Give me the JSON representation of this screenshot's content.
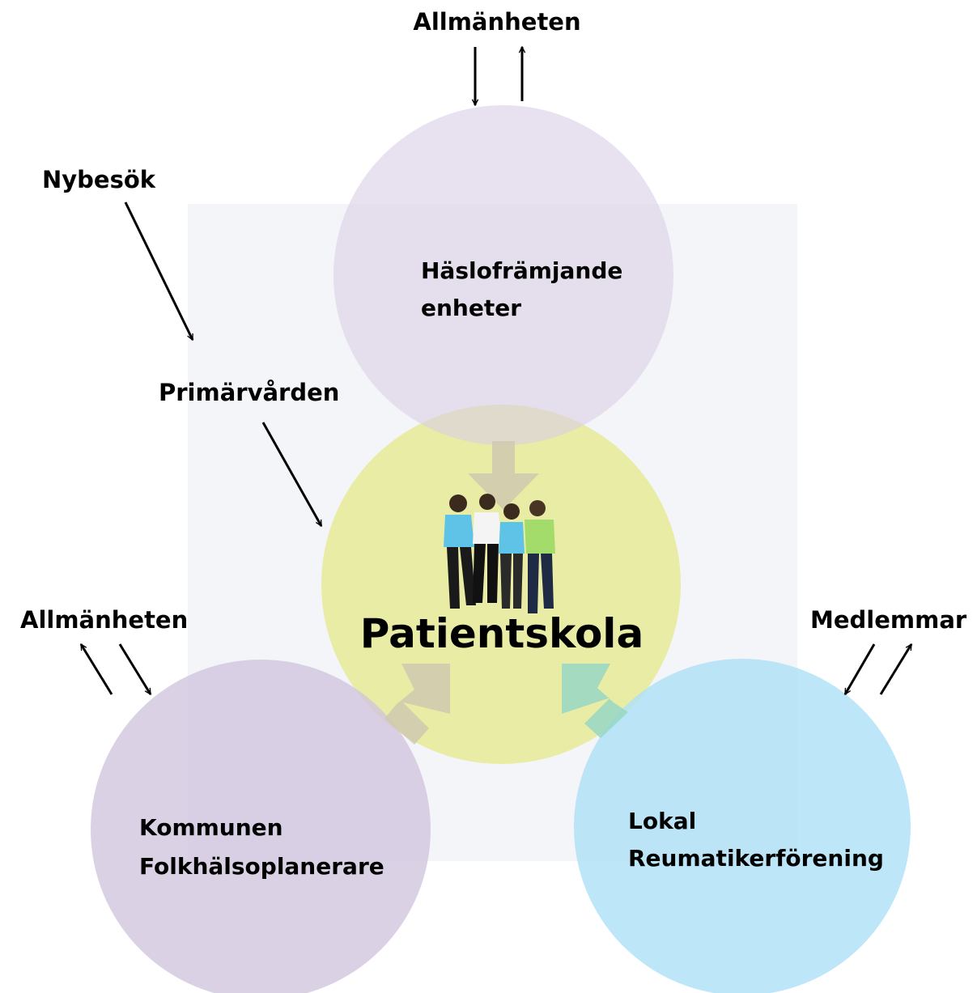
{
  "diagram": {
    "center": {
      "title": "Patientskola",
      "photo_icon": "people-walking-photo"
    },
    "top_circle": {
      "line1": "Häslofrämjande",
      "line2": "enheter"
    },
    "left_circle": {
      "line1": "Kommunen",
      "line2": "Folkhälsoplanerare"
    },
    "right_circle": {
      "line1": "Lokal",
      "line2": "Reumatikerförening"
    },
    "labels": {
      "top": "Allmänheten",
      "left": "Allmänheten",
      "right": "Medlemmar",
      "nybesok": "Nybesök",
      "primarvarden": "Primärvården"
    },
    "colors": {
      "background_square": "#f4f5f8",
      "top_circle": "#e6e0ef",
      "left_circle": "#d6cde3",
      "right_circle": "#b9e4f5",
      "center_circle": "#e8eca4",
      "flow_arrow_gray": "#cfc9b0",
      "flow_arrow_teal": "#97d7c6"
    }
  }
}
